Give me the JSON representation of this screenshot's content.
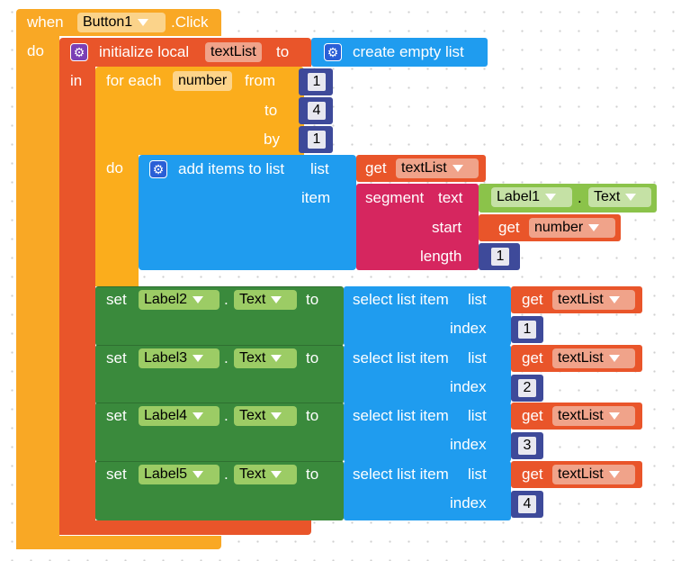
{
  "event": {
    "when": "when",
    "component": "Button1",
    "event_name": ".Click",
    "do": "do"
  },
  "init_local": {
    "label": "initialize local",
    "var_name": "textList",
    "to": "to",
    "value_label": "create empty list",
    "in": "in"
  },
  "for_each": {
    "label": "for each",
    "var_name": "number",
    "from": "from",
    "from_value": "1",
    "to": "to",
    "to_value": "4",
    "by": "by",
    "by_value": "1",
    "do": "do"
  },
  "add_items": {
    "label": "add items to list",
    "list": "list",
    "get": "get",
    "list_var": "textList",
    "item": "item",
    "segment": "segment",
    "text": "text",
    "text_component": "Label1",
    "dot": ".",
    "text_property": "Text",
    "start": "start",
    "start_get": "get",
    "start_var": "number",
    "length": "length",
    "length_value": "1"
  },
  "set_rows": [
    {
      "set": "set",
      "component": "Label2",
      "dot": ".",
      "property": "Text",
      "to": "to",
      "select": "select list item",
      "list": "list",
      "get": "get",
      "var": "textList",
      "index": "index",
      "index_value": "1"
    },
    {
      "set": "set",
      "component": "Label3",
      "dot": ".",
      "property": "Text",
      "to": "to",
      "select": "select list item",
      "list": "list",
      "get": "get",
      "var": "textList",
      "index": "index",
      "index_value": "2"
    },
    {
      "set": "set",
      "component": "Label4",
      "dot": ".",
      "property": "Text",
      "to": "to",
      "select": "select list item",
      "list": "list",
      "get": "get",
      "var": "textList",
      "index": "index",
      "index_value": "3"
    },
    {
      "set": "set",
      "component": "Label5",
      "dot": ".",
      "property": "Text",
      "to": "to",
      "select": "select list item",
      "list": "list",
      "get": "get",
      "var": "textList",
      "index": "index",
      "index_value": "4"
    }
  ],
  "colors": {
    "control": "#f9a825",
    "variable": "#e9552a",
    "loop": "#fbad1c",
    "list": "#1f9cef",
    "text": "#d6265f",
    "component": "#3a8a3c",
    "component_value": "#8bc34a",
    "math": "#3e4a9a"
  }
}
